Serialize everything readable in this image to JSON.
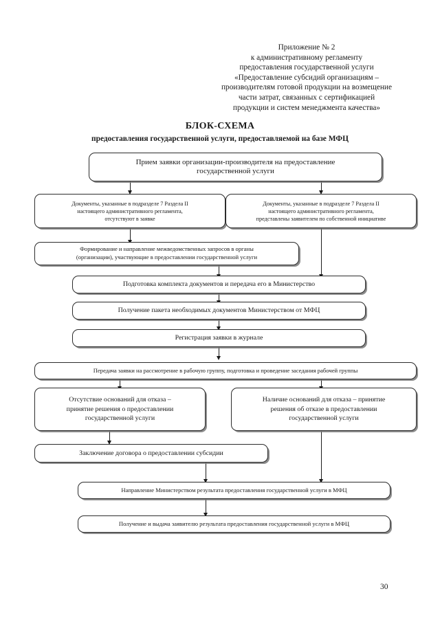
{
  "document": {
    "header_lines": [
      "Приложение № 2",
      "к административному регламенту",
      "предоставления государственной услуги",
      "«Предоставление субсидий организациям –",
      "производителям готовой продукции на возмещение",
      "части затрат, связанных с сертификацией",
      "продукции и систем менеджмента качества»"
    ],
    "title": "БЛОК-СХЕМА",
    "subtitle": "предоставления государственной услуги, предоставляемой на базе МФЦ",
    "page_number": "30"
  },
  "flowchart": {
    "type": "flowchart",
    "nodes": [
      {
        "id": "n1",
        "lines": [
          "Прием заявки организации-производителя на предоставление",
          "государственной услуги"
        ]
      },
      {
        "id": "n2a",
        "lines": [
          "Документы, указанные в подразделе 7 Раздела II",
          "настоящего административного регламента,",
          "отсутствуют в заявке"
        ]
      },
      {
        "id": "n2b",
        "lines": [
          "Документы, указанные в подразделе 7 Раздела II",
          "настоящего административного регламента,",
          "представлены заявителем по собственной инициативе"
        ]
      },
      {
        "id": "n3",
        "lines": [
          "Формирование и направление межведомственных запросов в органы",
          "(организации), участвующие в предоставлении государственной услуги"
        ]
      },
      {
        "id": "n4",
        "lines": [
          "Подготовка комплекта документов и передача его в Министерство"
        ]
      },
      {
        "id": "n5",
        "lines": [
          "Получение пакета необходимых документов Министерством от МФЦ"
        ]
      },
      {
        "id": "n6",
        "lines": [
          "Регистрация заявки в журнале"
        ]
      },
      {
        "id": "n7",
        "lines": [
          "Передача заявки на рассмотрение в рабочую группу, подготовка и проведение заседания рабочей группы"
        ]
      },
      {
        "id": "n8a",
        "lines": [
          "Отсутствие оснований для отказа –",
          "принятие решения о предоставлении",
          "государственной услуги"
        ]
      },
      {
        "id": "n8b",
        "lines": [
          "Наличие оснований для отказа – принятие",
          "решения об отказе в предоставлении",
          "государственной услуги"
        ]
      },
      {
        "id": "n9",
        "lines": [
          "Заключение договора о предоставлении субсидии"
        ]
      },
      {
        "id": "n10",
        "lines": [
          "Направление  Министерством результата предоставления государственной услуги в МФЦ"
        ]
      },
      {
        "id": "n11",
        "lines": [
          "Получение и выдача заявителю результата предоставления государственной услуги в МФЦ"
        ]
      }
    ],
    "edges": [
      {
        "from": "n1",
        "to": "n2a"
      },
      {
        "from": "n1",
        "to": "n2b"
      },
      {
        "from": "n2a",
        "to": "n3"
      },
      {
        "from": "n2b",
        "to": "n4"
      },
      {
        "from": "n3",
        "to": "n4"
      },
      {
        "from": "n4",
        "to": "n5"
      },
      {
        "from": "n5",
        "to": "n6"
      },
      {
        "from": "n6",
        "to": "n7"
      },
      {
        "from": "n7",
        "to": "n8a"
      },
      {
        "from": "n7",
        "to": "n8b"
      },
      {
        "from": "n8a",
        "to": "n9"
      },
      {
        "from": "n8b",
        "to": "n10"
      },
      {
        "from": "n9",
        "to": "n10"
      },
      {
        "from": "n10",
        "to": "n11"
      }
    ]
  }
}
